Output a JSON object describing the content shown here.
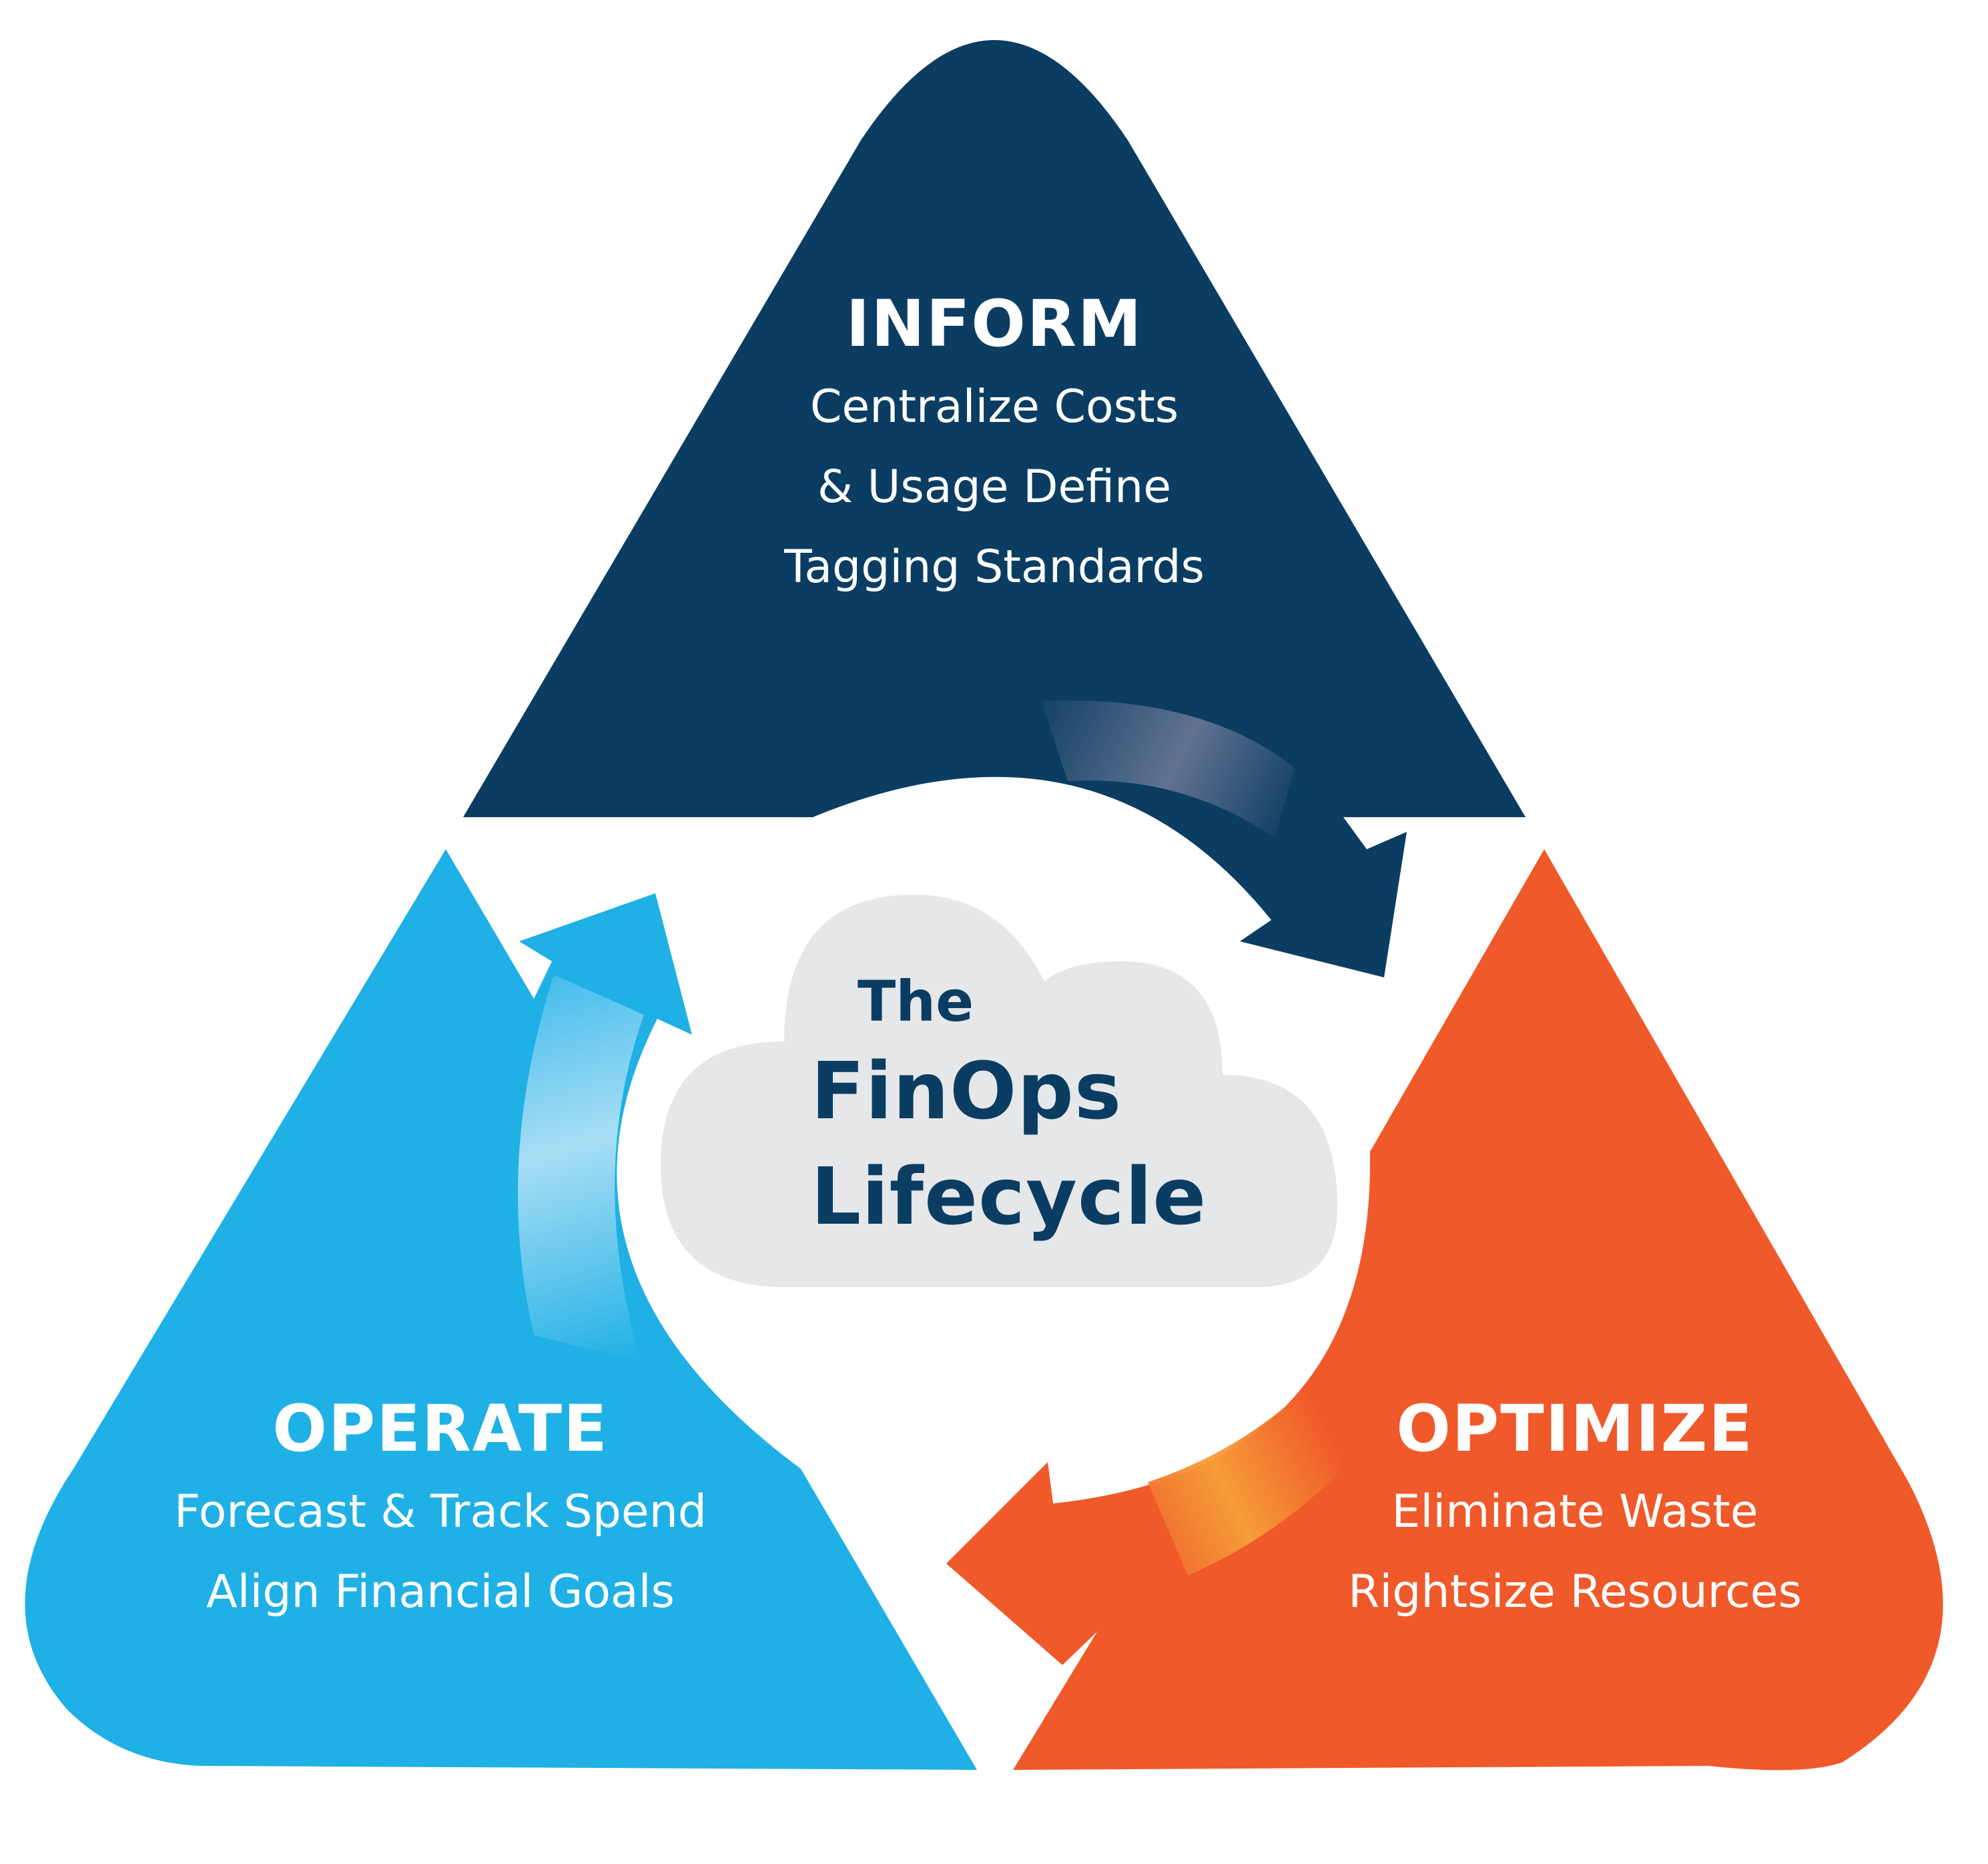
{
  "colors": {
    "inform": "#0b3d62",
    "optimize": "#f0592a",
    "operate": "#1fb0e5",
    "cloud": "#e6e7e9",
    "center_text": "#0b3d62",
    "label_text": "#ffffff"
  },
  "center": {
    "line1": "The",
    "line2": "FinOps",
    "line3": "Lifecycle"
  },
  "phases": {
    "inform": {
      "title": "INFORM",
      "lines": [
        "Centralize Costs",
        "& Usage Define",
        "Tagging Standards"
      ]
    },
    "optimize": {
      "title": "OPTIMIZE",
      "lines": [
        "Eliminate Waste",
        "Rightsize Resources"
      ]
    },
    "operate": {
      "title": "OPERATE",
      "lines": [
        "Forecast & Track Spend",
        "Align Financial Goals"
      ]
    }
  },
  "icons": {
    "cloud": "cloud-icon",
    "arrow_inform": "arrow-curved-icon",
    "arrow_optimize": "arrow-curved-icon",
    "arrow_operate": "arrow-curved-icon"
  }
}
